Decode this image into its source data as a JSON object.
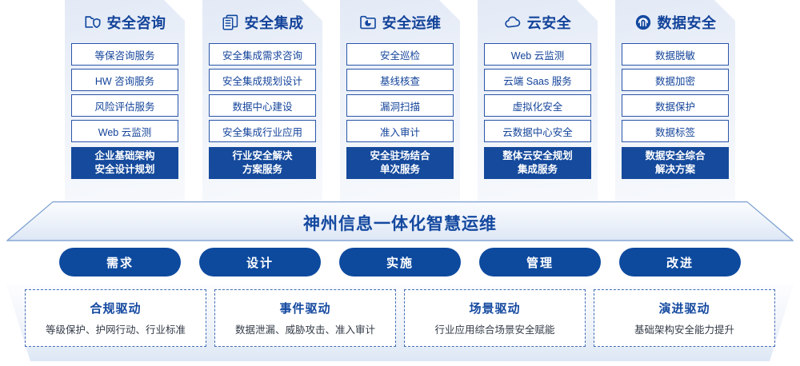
{
  "columns": [
    {
      "icon": "folder-shield-icon",
      "title": "安全咨询",
      "items": [
        "等保咨询服务",
        "HW 咨询服务",
        "风险评估服务",
        "Web 云监测"
      ],
      "highlight": [
        "企业基础架构",
        "安全设计规划"
      ]
    },
    {
      "icon": "stacked-documents-icon",
      "title": "安全集成",
      "items": [
        "安全集成需求咨询",
        "安全集成规划设计",
        "数据中心建设",
        "安全集成行业应用"
      ],
      "highlight": [
        "行业安全解决",
        "方案服务"
      ]
    },
    {
      "icon": "folder-chart-icon",
      "title": "安全运维",
      "items": [
        "安全巡检",
        "基线核查",
        "漏洞扫描",
        "准入审计"
      ],
      "highlight": [
        "安全驻场结合",
        "单次服务"
      ]
    },
    {
      "icon": "cloud-icon",
      "title": "云安全",
      "items": [
        "Web 云监测",
        "云端 Saas 服务",
        "虚拟化安全",
        "云数据中心安全"
      ],
      "highlight": [
        "整体云安全规划",
        "集成服务"
      ]
    },
    {
      "icon": "fingerprint-icon",
      "title": "数据安全",
      "items": [
        "数据脱敏",
        "数据加密",
        "数据保护",
        "数据标签"
      ],
      "highlight": [
        "数据安全综合",
        "解决方案"
      ]
    }
  ],
  "banner": {
    "text": "神州信息一体化智慧运维"
  },
  "stages": [
    {
      "label": "需求"
    },
    {
      "label": "设计"
    },
    {
      "label": "实施"
    },
    {
      "label": "管理"
    },
    {
      "label": "改进"
    }
  ],
  "drivers": [
    {
      "title": "合规驱动",
      "desc": "等级保护、护网行动、行业标准"
    },
    {
      "title": "事件驱动",
      "desc": "数据泄漏、威胁攻击、准入审计"
    },
    {
      "title": "场景驱动",
      "desc": "行业应用综合场景安全赋能"
    },
    {
      "title": "演进驱动",
      "desc": "基础架构安全能力提升"
    }
  ],
  "colors": {
    "brand_blue": "#1449a0",
    "deep_blue": "#154a9c",
    "pill_blue": "#0d4a9e",
    "card_border": "#2a56a8",
    "dash_border": "#3f6cb5"
  }
}
